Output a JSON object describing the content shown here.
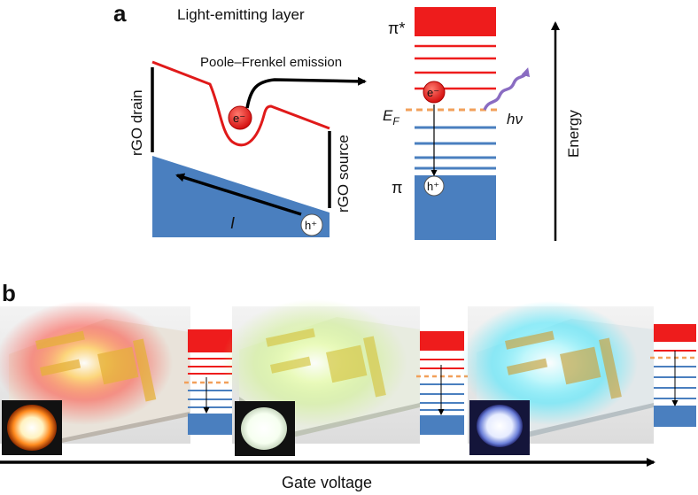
{
  "panel_a": {
    "letter": "a",
    "title": "Light-emitting layer",
    "emission_label": "Poole–Frenkel emission",
    "drain_label": "rGO drain",
    "source_label": "rGO source",
    "current_label": "I",
    "electron": "e⁻",
    "hole": "h⁺",
    "pi_star": "π*",
    "pi": "π",
    "fermi": "E",
    "fermi_sub": "F",
    "photon": "hν",
    "energy_label": "Energy"
  },
  "panel_b": {
    "letter": "b",
    "axis_label": "Gate voltage",
    "emission_colors": [
      "#ff3b2e",
      "#c9f27a",
      "#2fe6ff"
    ]
  },
  "colors": {
    "band_red": "#ee1c1c",
    "band_blue": "#4a7fbf",
    "fermi_dash": "#f2a05a",
    "photon_wave": "#8a6cc2",
    "curve_red": "#e01a1a"
  }
}
